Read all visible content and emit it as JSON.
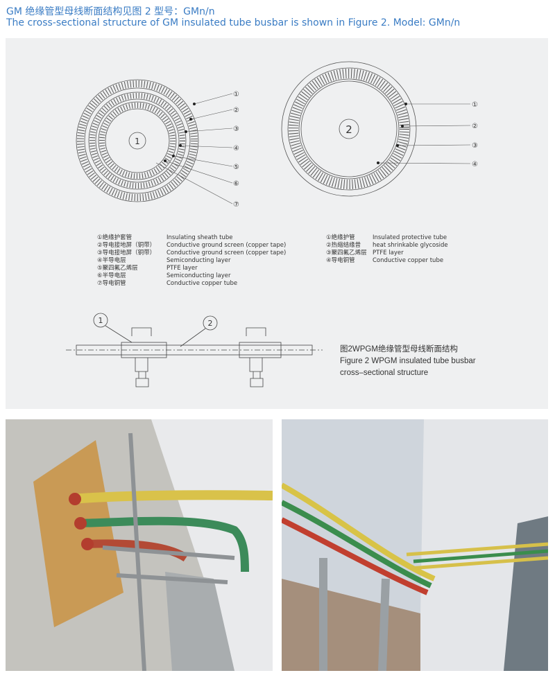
{
  "header": {
    "title_cn": "GM 绝缘管型母线断面结构见图 2  型号：GMn/n",
    "title_en": "The cross-sectional structure of GM insulated tube busbar is shown in Figure 2. Model: GMn/n"
  },
  "diagram1": {
    "center_label": "1",
    "markers": [
      "①",
      "②",
      "③",
      "④",
      "⑤",
      "⑥",
      "⑦"
    ],
    "legend": [
      {
        "cn": "①绝缘护套管",
        "en": "Insulating sheath tube"
      },
      {
        "cn": "②导电接地屏（铜带）",
        "en": "Conductive ground screen (copper tape)"
      },
      {
        "cn": "③导电接地屏（铜带）",
        "en": "Conductive ground screen (copper tape)"
      },
      {
        "cn": "④半导电层",
        "en": "Semiconducting layer"
      },
      {
        "cn": "⑤聚四氟乙烯层",
        "en": "PTFE layer"
      },
      {
        "cn": "⑥半导电层",
        "en": "Semiconducting layer"
      },
      {
        "cn": "⑦导电铜管",
        "en": "Conductive copper tube"
      }
    ]
  },
  "diagram2": {
    "center_label": "2",
    "markers": [
      "①",
      "②",
      "③",
      "④"
    ],
    "legend": [
      {
        "cn": "①绝缘护管",
        "en": "Insulated protective tube"
      },
      {
        "cn": "②热缩结缘昔",
        "en": "heat shrinkable glycoside"
      },
      {
        "cn": "③聚四氟乙烯层",
        "en": "PTFE layer"
      },
      {
        "cn": "④导电铜管",
        "en": "Conductive copper tube"
      }
    ]
  },
  "side_view": {
    "callouts": [
      "1",
      "2"
    ]
  },
  "caption": {
    "cn": "图2WPGM绝缘管型母线断面结构",
    "en1": "Figure 2 WPGM insulated tube busbar",
    "en2": "cross–sectional structure"
  }
}
